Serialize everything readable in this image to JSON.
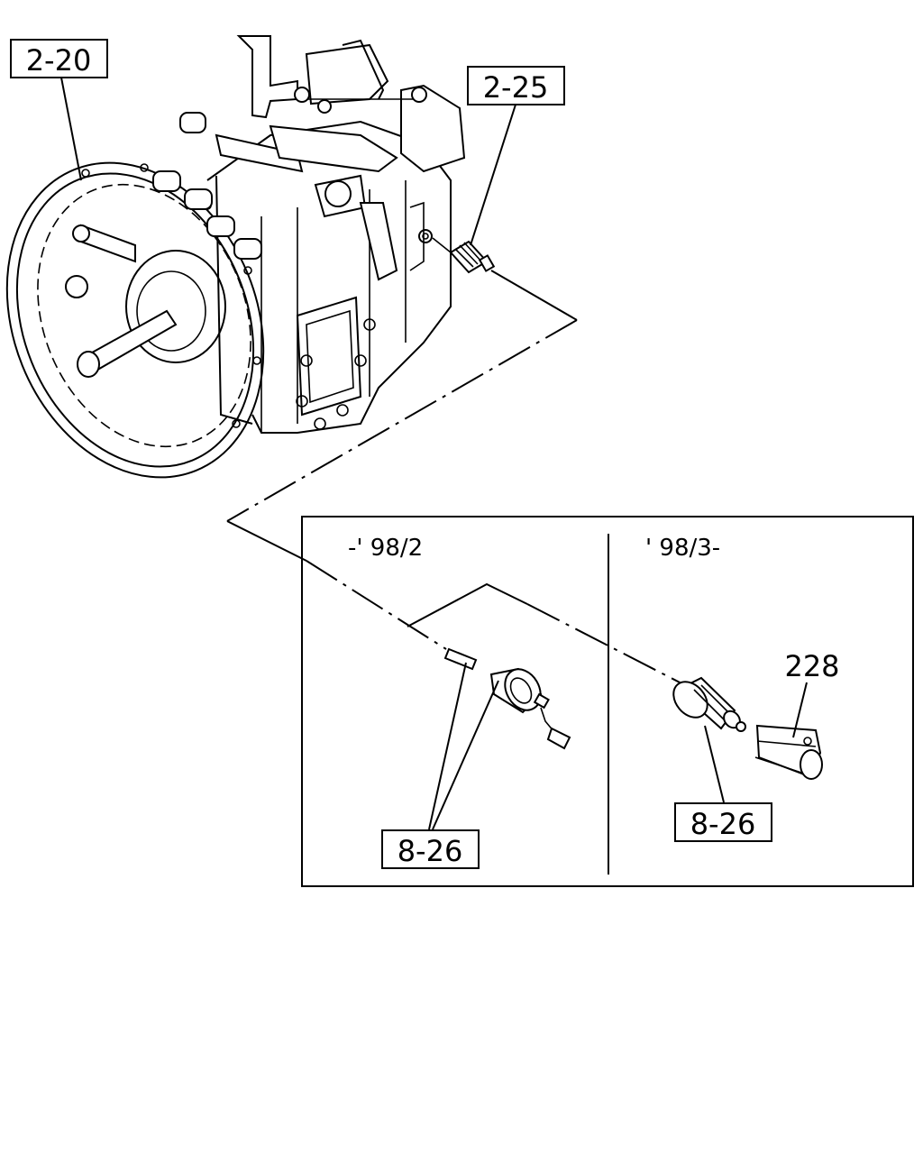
{
  "callouts": {
    "ref_2_20": "2-20",
    "ref_2_25": "2-25",
    "ref_8_26_left": "8-26",
    "ref_8_26_right": "8-26",
    "part_228": "228"
  },
  "panels": {
    "left_label": "-' 98/2",
    "right_label": "' 98/3-"
  }
}
